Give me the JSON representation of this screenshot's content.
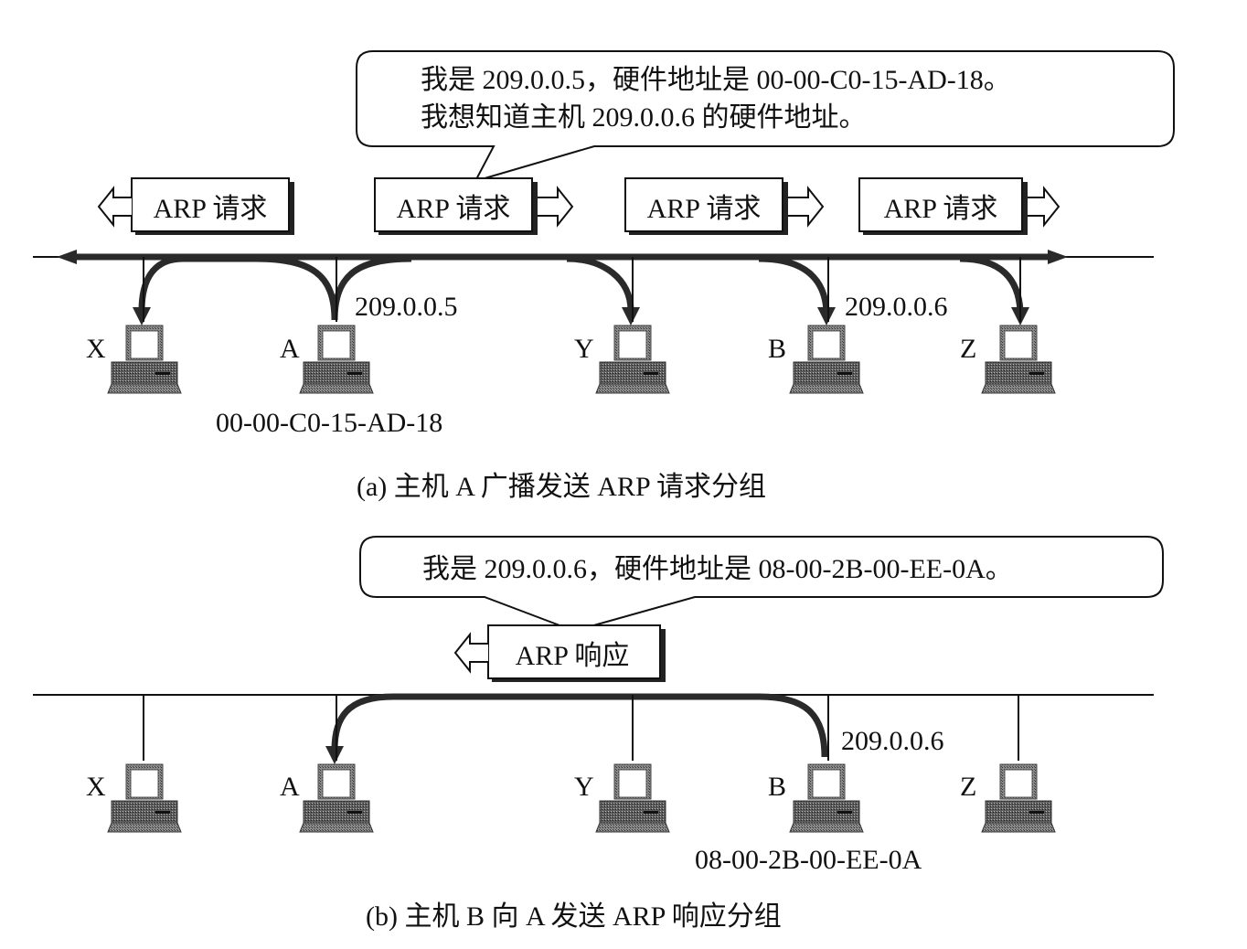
{
  "panel_a": {
    "bubble_line1": "我是 209.0.0.5，硬件地址是 00-00-C0-15-AD-18。",
    "bubble_line2": "我想知道主机 209.0.0.6 的硬件地址。",
    "packets": [
      {
        "label": "ARP 请求",
        "direction": "left"
      },
      {
        "label": "ARP 请求",
        "direction": "right"
      },
      {
        "label": "ARP 请求",
        "direction": "right"
      },
      {
        "label": "ARP 请求",
        "direction": "right"
      }
    ],
    "hosts": [
      {
        "name": "X",
        "receives": true
      },
      {
        "name": "A",
        "ip": "209.0.0.5",
        "mac": "00-00-C0-15-AD-18",
        "sender": true
      },
      {
        "name": "Y",
        "receives": true
      },
      {
        "name": "B",
        "ip": "209.0.0.6",
        "receives": true
      },
      {
        "name": "Z",
        "receives": true
      }
    ],
    "caption": "(a) 主机 A 广播发送 ARP 请求分组"
  },
  "panel_b": {
    "bubble_line1": "我是 209.0.0.6，硬件地址是 08-00-2B-00-EE-0A。",
    "packets": [
      {
        "label": "ARP 响应",
        "direction": "left"
      }
    ],
    "hosts": [
      {
        "name": "X"
      },
      {
        "name": "A",
        "receives": true
      },
      {
        "name": "Y"
      },
      {
        "name": "B",
        "ip": "209.0.0.6",
        "mac": "08-00-2B-00-EE-0A",
        "sender": true
      },
      {
        "name": "Z"
      }
    ],
    "caption": "(b) 主机 B 向 A 发送 ARP 响应分组"
  },
  "colors": {
    "ink": "#111111",
    "computer_body": "#6e6e6e",
    "flow_arrow": "#2a2a2a"
  }
}
